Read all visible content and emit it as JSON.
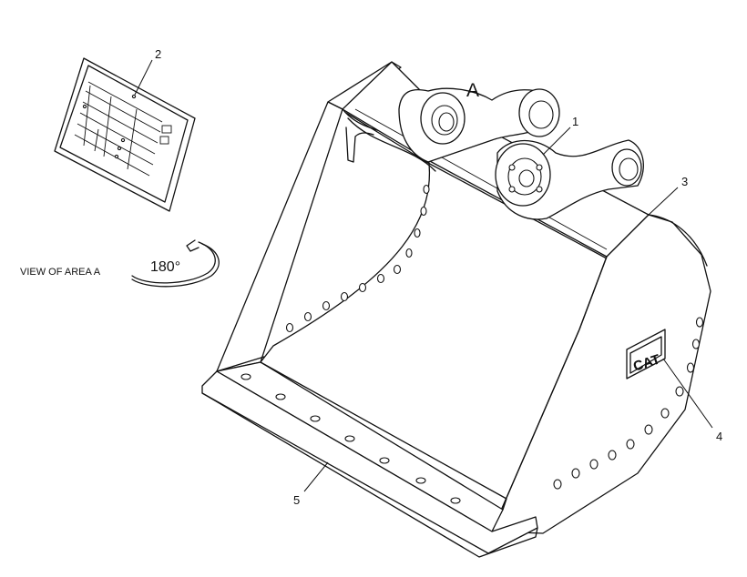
{
  "callouts": {
    "c1": "1",
    "c2": "2",
    "c3": "3",
    "c4": "4",
    "c5": "5"
  },
  "view_label": "VIEW OF AREA  A",
  "rotation_label": "180°",
  "area_letter": "A",
  "logo_text": "CAT"
}
